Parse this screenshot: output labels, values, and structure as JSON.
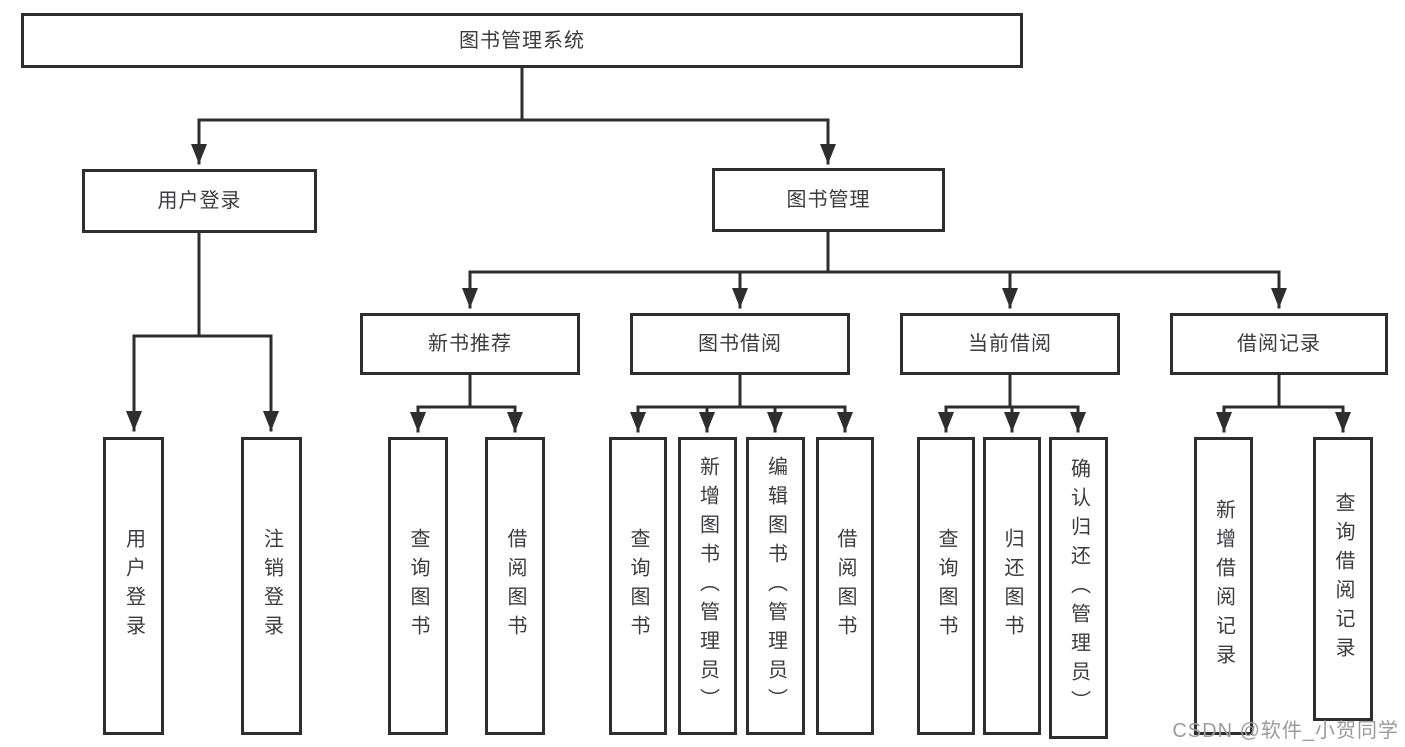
{
  "diagram_title": "图书管理系统",
  "tree": {
    "label": "图书管理系统",
    "children": [
      {
        "label": "用户登录",
        "children": [
          {
            "label": "用户登录"
          },
          {
            "label": "注销登录"
          }
        ]
      },
      {
        "label": "图书管理",
        "children": [
          {
            "label": "新书推荐",
            "children": [
              {
                "label": "查询图书"
              },
              {
                "label": "借阅图书"
              }
            ]
          },
          {
            "label": "图书借阅",
            "children": [
              {
                "label": "查询图书"
              },
              {
                "label": "新增图书（管理员）"
              },
              {
                "label": "编辑图书（管理员）"
              },
              {
                "label": "借阅图书"
              }
            ]
          },
          {
            "label": "当前借阅",
            "children": [
              {
                "label": "查询图书"
              },
              {
                "label": "归还图书"
              },
              {
                "label": "确认归还（管理员）"
              }
            ]
          },
          {
            "label": "借阅记录",
            "children": [
              {
                "label": "新增借阅记录"
              },
              {
                "label": "查询借阅记录"
              }
            ]
          }
        ]
      }
    ]
  },
  "watermark": "CSDN @软件_小贺同学",
  "colors": {
    "line": "#2e2e2e",
    "box_border": "#2e2e2e",
    "text": "#3c3c40",
    "background": "#ffffff",
    "watermark": "#9c9c9c"
  }
}
